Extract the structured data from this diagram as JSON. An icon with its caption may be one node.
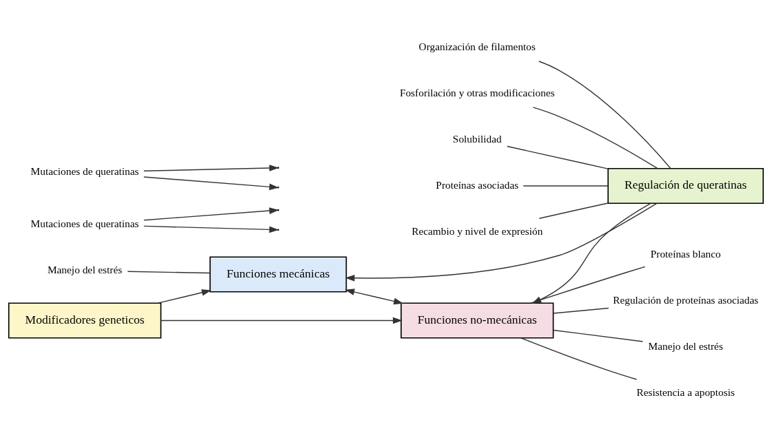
{
  "diagram": {
    "nodes": [
      {
        "text": [
          "Funciones mecánicas"
        ]
      },
      {
        "text": [
          "Modificadores geneticos"
        ]
      },
      {
        "text": [
          "Regulación de queratinas"
        ]
      },
      {
        "text": [
          "Funciones no-mecánicas"
        ]
      },
      {
        "text": [
          "Manejo del estrés"
        ]
      },
      {
        "text": [
          "Mutaciones de queratinas"
        ]
      },
      {
        "text": [
          "Mutaciones de queratinas"
        ]
      },
      {
        "text": [
          "Solubilidad"
        ]
      },
      {
        "text": [
          "Proteínas asociadas"
        ]
      },
      {
        "text": [
          "Recambio y nivel de expresión"
        ]
      },
      {
        "text": [
          "Organización de filamentos"
        ]
      },
      {
        "text": [
          "Fosforilación y otras modificaciones"
        ]
      },
      {
        "text": [
          "Proteínas blanco"
        ]
      },
      {
        "text": [
          "Regulación de proteínas asociadas"
        ]
      },
      {
        "text": [
          "Manejo del estrés"
        ]
      },
      {
        "text": [
          "Resistencia a apoptosis"
        ]
      }
    ],
    "edges": [
      {
        "from": 1,
        "to": 0,
        "arrow": "to"
      },
      {
        "from": 1,
        "to": 3,
        "arrow": "to"
      },
      {
        "from": 2,
        "to": 0,
        "arrow": "to"
      },
      {
        "from": 2,
        "to": 3,
        "arrow": "to"
      },
      {
        "from": 0,
        "to": 3,
        "arrow": "both"
      },
      {
        "from": 4,
        "to": 0,
        "arrow": "none"
      },
      {
        "from": 5,
        "to": null,
        "arrow": "to"
      },
      {
        "from": 5,
        "to": null,
        "arrow": "to"
      },
      {
        "from": 6,
        "to": null,
        "arrow": "to"
      },
      {
        "from": 6,
        "to": null,
        "arrow": "to"
      },
      {
        "from": 7,
        "to": 2,
        "arrow": "none"
      },
      {
        "from": 8,
        "to": 2,
        "arrow": "none"
      },
      {
        "from": 9,
        "to": 2,
        "arrow": "none"
      },
      {
        "from": 2,
        "to": 10,
        "arrow": "none"
      },
      {
        "from": 2,
        "to": 11,
        "arrow": "none"
      },
      {
        "from": 3,
        "to": 12,
        "arrow": "none"
      },
      {
        "from": 3,
        "to": 13,
        "arrow": "none"
      },
      {
        "from": 3,
        "to": 14,
        "arrow": "none"
      },
      {
        "from": 3,
        "to": 15,
        "arrow": "none"
      }
    ]
  }
}
